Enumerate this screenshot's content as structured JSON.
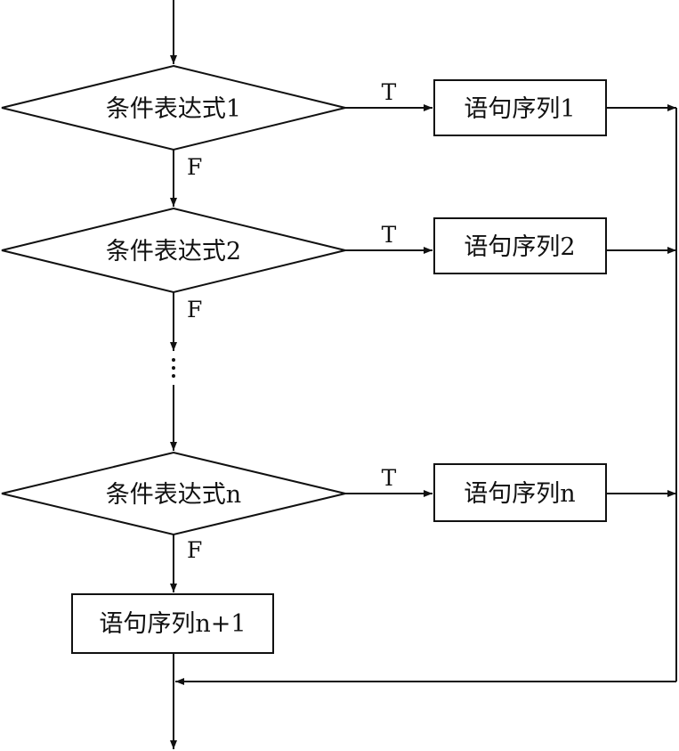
{
  "conditions": [
    {
      "label": "条件表达式1",
      "true_label": "T",
      "false_label": "F",
      "statement": "语句序列1"
    },
    {
      "label": "条件表达式2",
      "true_label": "T",
      "false_label": "F",
      "statement": "语句序列2"
    },
    {
      "label": "条件表达式n",
      "true_label": "T",
      "false_label": "F",
      "statement": "语句序列n"
    }
  ],
  "else_statement": "语句序列n+1"
}
